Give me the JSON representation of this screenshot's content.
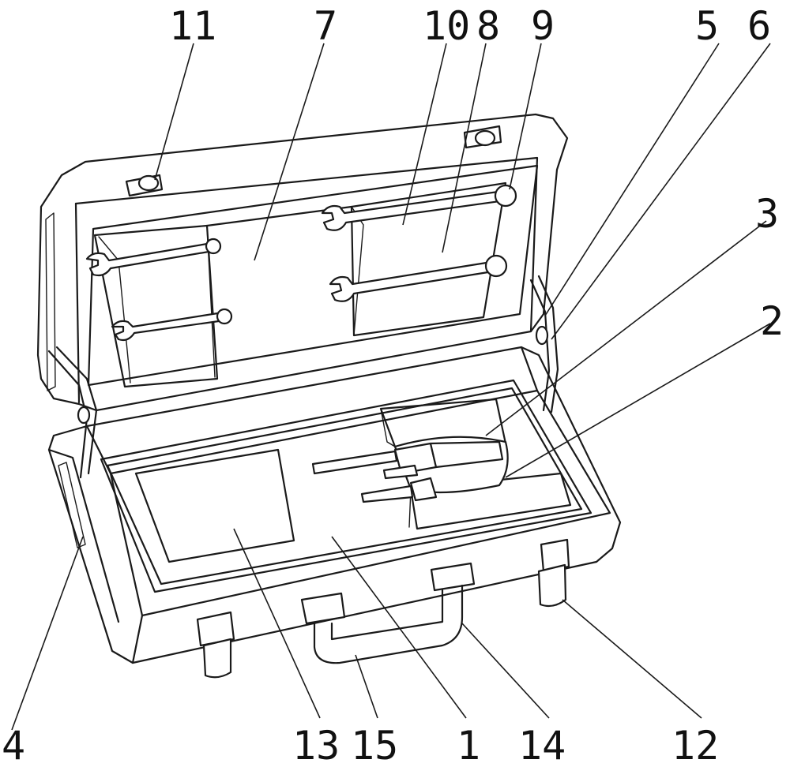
{
  "labels": {
    "l11": "11",
    "l7": "7",
    "l10": "10",
    "l8": "8",
    "l9": "9",
    "l5": "5",
    "l6": "6",
    "l3": "3",
    "l2": "2",
    "l4": "4",
    "l13": "13",
    "l15": "15",
    "l1": "1",
    "l14": "14",
    "l12": "12"
  },
  "colors": {
    "line": "#1a1a1a",
    "background": "#ffffff"
  }
}
